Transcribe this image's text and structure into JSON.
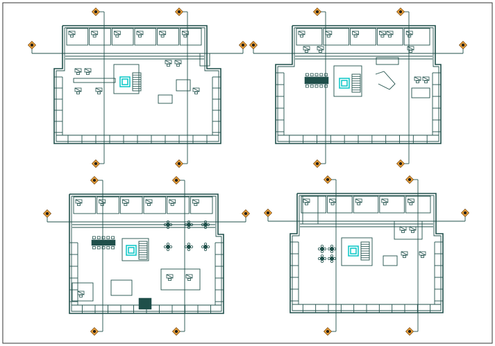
{
  "drawing": {
    "frame_color": "#333333",
    "line_color": "#1f4f4a",
    "highlight_color": "#14c9c9",
    "bubble_color": "#f3a63b"
  },
  "plans": [
    {
      "name": "floor-plan-top-left",
      "bubble_labels": [
        "B",
        "B",
        "A",
        "A",
        "B",
        "B"
      ]
    },
    {
      "name": "floor-plan-top-right",
      "bubble_labels": [
        "B",
        "B",
        "A",
        "A",
        "B",
        "B"
      ]
    },
    {
      "name": "floor-plan-bottom-left",
      "bubble_labels": [
        "B",
        "B",
        "A",
        "A",
        "B",
        "B"
      ]
    },
    {
      "name": "floor-plan-bottom-right",
      "bubble_labels": [
        "B",
        "B",
        "A",
        "A",
        "B",
        "B"
      ]
    }
  ]
}
